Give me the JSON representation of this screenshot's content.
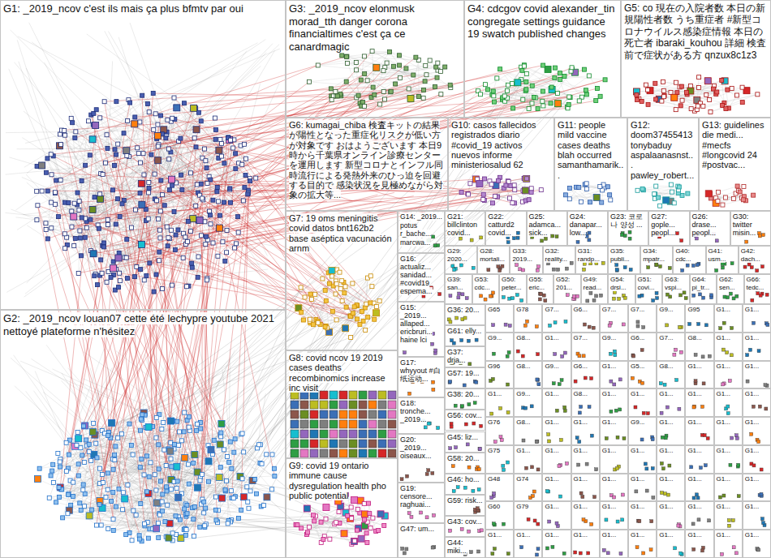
{
  "diagram": {
    "nodes": [
      {
        "text": [
          "G1: _2019_ncov c'est ils mais ça plus bfmtv par oui"
        ]
      },
      {
        "text": [
          "G2: _2019_ncov louan07 cette été lechypre youtube 2021 nettoyé plateforme n'hésitez"
        ]
      },
      {
        "text": [
          "G3: _2019_ncov elonmusk morad_tth danger corona financialtimes c'est ça ce canardmagic"
        ]
      },
      {
        "text": [
          "G4: cdcgov covid alexander_tin congregate settings guidance 19 swatch published changes"
        ]
      },
      {
        "text": [
          "G5: co 現在の入院者数 本日の新規陽性者数 うち重症者 #新型コロナウイルス感染症情報 本日の死亡者 ibaraki_kouhou 詳細 検査前で症状がある方 qnzux8c1z3"
        ]
      },
      {
        "text": [
          "G6: kumagai_chiba 検査キットの結果が陽性となった重症化リスクが低い方が対象です おはようございます 本日9時から千葉県オンライン診療センターを運用します 新型コロナとインフル同時流行による発熱外来のひっ迫を回避する目的で 感染状況を見極めながら対象の拡大等..."
        ]
      },
      {
        "text": [
          "G7: 19 oms meningitis covid datos bnt162b2 base aséptica vacunación arnm"
        ]
      },
      {
        "text": [
          "G8: covid ncov 19 2019 cases deaths recombinomics increase inc visit"
        ]
      },
      {
        "text": [
          "G9: covid 19 ontario immune cause dysregulation health pho public potential"
        ]
      },
      {
        "text": [
          "G10: casos fallecidos registrados diario #covid_19 activos nuevos informe ministeriosalud 62"
        ]
      },
      {
        "text": [
          "G11: people mild vaccine cases deaths blah occurred samanthamarik..."
        ]
      },
      {
        "text": [
          "G12: doom37455413 tonybaduy aspalaanasnst... pawley_robert..."
        ]
      },
      {
        "text": [
          "G13: guidelines die medi... #mecfs #longcovid 24 #postvac..."
        ]
      },
      {
        "text": [
          "G14: _2019... potus r_bache... marcwa..."
        ]
      },
      {
        "text": [
          "G16: actualiz... sanidad... #covid19 espema..."
        ]
      },
      {
        "text": [
          "G15: _2019... allaped... ericbruri... haine lci"
        ]
      },
      {
        "text": [
          "G17: whyyout #白纸运动..."
        ]
      },
      {
        "text": [
          "G18: tronche... _2019..."
        ]
      },
      {
        "text": [
          "G20: _2019... oiseaux..."
        ]
      },
      {
        "text": [
          "G19: censore... raghuai..."
        ]
      },
      {
        "text": [
          "G47: um..."
        ]
      },
      {
        "text": [
          "G36: 20..."
        ]
      },
      {
        "text": [
          "G61: elly..."
        ]
      },
      {
        "text": [
          "G37: drja..."
        ]
      },
      {
        "text": [
          "G57: 19..."
        ]
      },
      {
        "text": [
          "G38: 20..."
        ]
      },
      {
        "text": [
          "G56: cov..."
        ]
      },
      {
        "text": [
          "G45: liz..."
        ]
      },
      {
        "text": [
          "G58: 20..."
        ]
      },
      {
        "text": [
          "G46: ho..."
        ]
      },
      {
        "text": [
          "G59: risk..."
        ]
      },
      {
        "text": [
          "G43: cov..."
        ]
      },
      {
        "text": [
          "G44: miki..."
        ]
      },
      {
        "text": [
          "G21: billclinton covid..."
        ]
      },
      {
        "text": [
          "G22: catturd2 covid..."
        ]
      },
      {
        "text": [
          "G25: adamca... sick..."
        ]
      },
      {
        "text": [
          "G24: danapar... low..."
        ]
      },
      {
        "text": [
          "G23: 코로나 양성 ..."
        ]
      },
      {
        "text": [
          "G27: gople... peopl..."
        ]
      },
      {
        "text": [
          "G26: drase... peopl..."
        ]
      },
      {
        "text": [
          "G30: twitter misin..."
        ]
      },
      {
        "text": [
          "G29: 2020..."
        ]
      },
      {
        "text": [
          "G28: mortali..."
        ]
      },
      {
        "text": [
          "G33: 2019..."
        ]
      },
      {
        "text": [
          "G32: reality..."
        ]
      },
      {
        "text": [
          "G31: randp..."
        ]
      },
      {
        "text": [
          "G35: publi..."
        ]
      },
      {
        "text": [
          "G34: mpatr..."
        ]
      },
      {
        "text": [
          "G40: cdc..."
        ]
      },
      {
        "text": [
          "G41: usm..."
        ]
      },
      {
        "text": [
          "G42: dach..."
        ]
      },
      {
        "text": [
          "G39: san..."
        ]
      },
      {
        "text": [
          "G53: cdc..."
        ]
      },
      {
        "text": [
          "G50: peter..."
        ]
      },
      {
        "text": [
          "G55: eric..."
        ]
      },
      {
        "text": [
          "G52: 201..."
        ]
      },
      {
        "text": [
          "G49: read..."
        ]
      },
      {
        "text": [
          "G54: drsi..."
        ]
      },
      {
        "text": [
          "G51: covi..."
        ]
      },
      {
        "text": [
          "G63: vspi..."
        ]
      },
      {
        "text": [
          "G64: pi_tr..."
        ]
      },
      {
        "text": [
          "G62: sen..."
        ]
      },
      {
        "text": [
          "G66: tedc..."
        ]
      },
      {
        "text": [
          "G65"
        ]
      },
      {
        "text": [
          "G78"
        ]
      },
      {
        "text": [
          "G7..."
        ]
      },
      {
        "text": [
          "G6..."
        ]
      },
      {
        "text": [
          "G7..."
        ]
      },
      {
        "text": [
          "G7..."
        ]
      },
      {
        "text": [
          "G9..."
        ]
      },
      {
        "text": [
          "G95"
        ]
      },
      {
        "text": [
          "G1..."
        ]
      },
      {
        "text": [
          "G1..."
        ]
      },
      {
        "text": [
          "G9..."
        ]
      },
      {
        "text": [
          "G8..."
        ]
      },
      {
        "text": [
          "G1..."
        ]
      },
      {
        "text": [
          "G7..."
        ]
      },
      {
        "text": [
          "G9..."
        ]
      },
      {
        "text": [
          "G6..."
        ]
      },
      {
        "text": [
          "G7..."
        ]
      },
      {
        "text": [
          "G8..."
        ]
      },
      {
        "text": [
          "G1..."
        ]
      },
      {
        "text": [
          "G1..."
        ]
      },
      {
        "text": [
          "G96"
        ]
      },
      {
        "text": [
          "G8..."
        ]
      },
      {
        "text": [
          "G9..."
        ]
      },
      {
        "text": [
          "G6..."
        ]
      },
      {
        "text": [
          "G1..."
        ]
      },
      {
        "text": [
          "G5..."
        ]
      },
      {
        "text": [
          "G8..."
        ]
      },
      {
        "text": [
          "G1..."
        ]
      },
      {
        "text": [
          "G1..."
        ]
      },
      {
        "text": [
          "G1..."
        ]
      },
      {
        "text": [
          "G1..."
        ]
      },
      {
        "text": [
          "G9..."
        ]
      },
      {
        "text": [
          "G1..."
        ]
      },
      {
        "text": [
          "G8..."
        ]
      },
      {
        "text": [
          "G1..."
        ]
      },
      {
        "text": [
          "G1..."
        ]
      },
      {
        "text": [
          "G1..."
        ]
      },
      {
        "text": [
          "G1..."
        ]
      },
      {
        "text": [
          "G1..."
        ]
      },
      {
        "text": [
          "G1..."
        ]
      },
      {
        "text": [
          "G76"
        ]
      },
      {
        "text": [
          "G8..."
        ]
      },
      {
        "text": [
          "G1..."
        ]
      },
      {
        "text": [
          "G1..."
        ]
      },
      {
        "text": [
          "G1..."
        ]
      },
      {
        "text": [
          "G9..."
        ]
      },
      {
        "text": [
          "G1..."
        ]
      },
      {
        "text": [
          "G1..."
        ]
      },
      {
        "text": [
          "G1..."
        ]
      },
      {
        "text": [
          "G1..."
        ]
      },
      {
        "text": [
          "G75"
        ]
      },
      {
        "text": [
          "G1..."
        ]
      },
      {
        "text": [
          "G1..."
        ]
      },
      {
        "text": [
          "G1..."
        ]
      },
      {
        "text": [
          "G1..."
        ]
      },
      {
        "text": [
          "G1..."
        ]
      },
      {
        "text": [
          "G1..."
        ]
      },
      {
        "text": [
          "G1..."
        ]
      },
      {
        "text": [
          "G1..."
        ]
      },
      {
        "text": [
          "G1..."
        ]
      },
      {
        "text": [
          "G48"
        ]
      },
      {
        "text": [
          "G74"
        ]
      },
      {
        "text": [
          "G1..."
        ]
      },
      {
        "text": [
          "G1..."
        ]
      },
      {
        "text": [
          "G1..."
        ]
      },
      {
        "text": [
          "G1..."
        ]
      },
      {
        "text": [
          "G1..."
        ]
      },
      {
        "text": [
          "G1..."
        ]
      },
      {
        "text": [
          "G1..."
        ]
      },
      {
        "text": [
          "G1..."
        ]
      },
      {
        "text": [
          "G60"
        ]
      },
      {
        "text": [
          "G79"
        ]
      },
      {
        "text": [
          "G1..."
        ]
      },
      {
        "text": [
          "G1..."
        ]
      },
      {
        "text": [
          "G1..."
        ]
      },
      {
        "text": [
          "G1..."
        ]
      },
      {
        "text": [
          "G1..."
        ]
      },
      {
        "text": [
          "G1..."
        ]
      },
      {
        "text": [
          "G1..."
        ]
      },
      {
        "text": [
          "G1..."
        ]
      },
      {
        "text": [
          "G1..."
        ]
      },
      {
        "text": [
          "G1..."
        ]
      },
      {
        "text": [
          "G1..."
        ]
      },
      {
        "text": [
          "G1..."
        ]
      },
      {
        "text": [
          "G1..."
        ]
      },
      {
        "text": [
          "G1..."
        ]
      },
      {
        "text": [
          "G1..."
        ]
      },
      {
        "text": [
          "G1..."
        ]
      },
      {
        "text": [
          "G1..."
        ]
      },
      {
        "text": [
          "G1..."
        ]
      }
    ]
  }
}
